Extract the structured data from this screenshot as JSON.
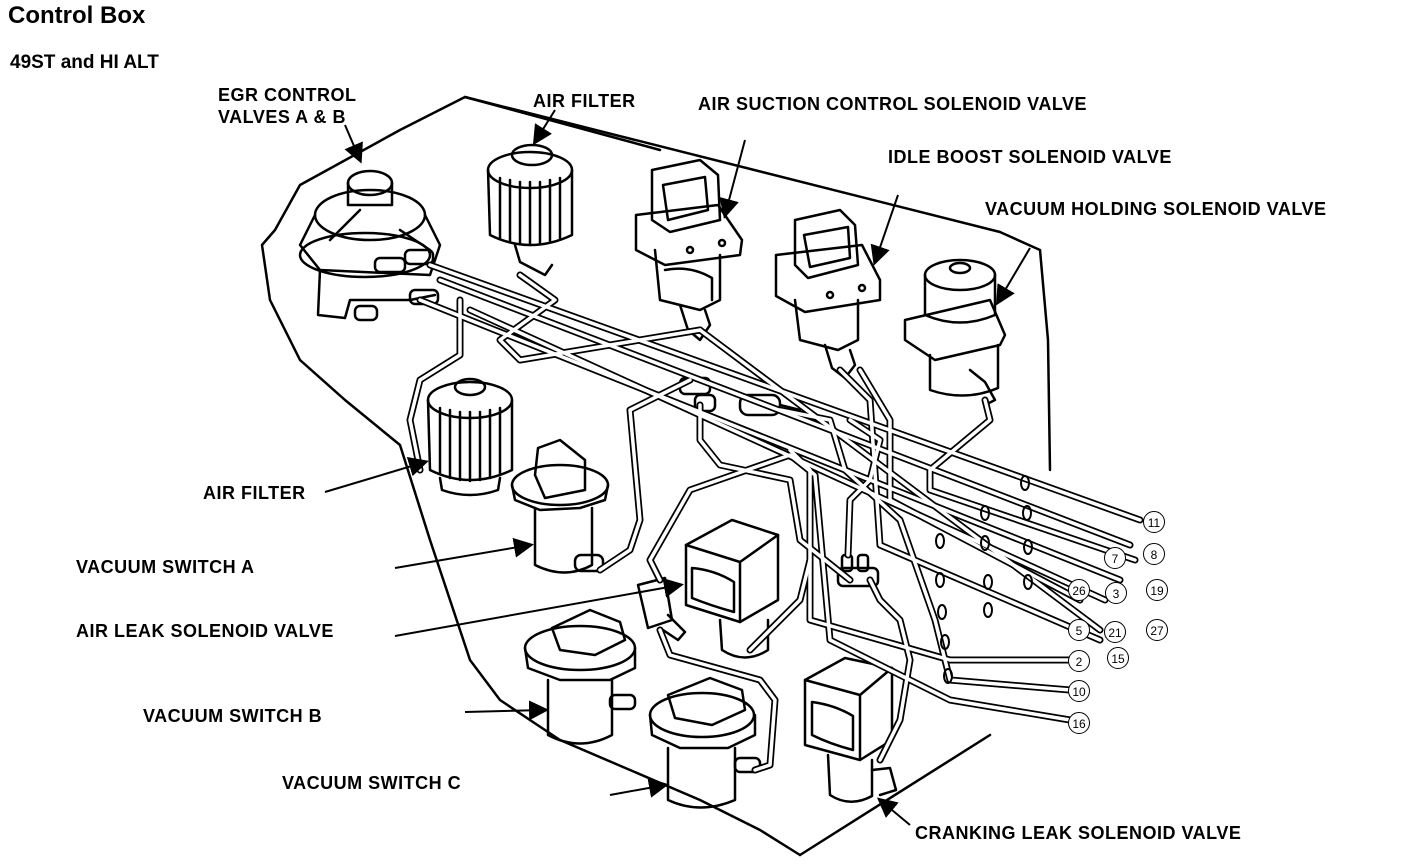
{
  "title": "Control Box",
  "subtitle": "49ST and HI ALT",
  "labels": {
    "egr_line1": "EGR CONTROL",
    "egr_line2": "VALVES A & B",
    "air_filter_top": "AIR FILTER",
    "air_suction": "AIR SUCTION CONTROL SOLENOID VALVE",
    "idle_boost": "IDLE BOOST SOLENOID VALVE",
    "vacuum_holding": "VACUUM HOLDING SOLENOID VALVE",
    "air_filter_left": "AIR FILTER",
    "vacuum_switch_a": "VACUUM SWITCH A",
    "air_leak": "AIR LEAK SOLENOID VALVE",
    "vacuum_switch_b": "VACUUM SWITCH B",
    "vacuum_switch_c": "VACUUM SWITCH C",
    "cranking_leak": "CRANKING LEAK SOLENOID VALVE"
  },
  "hose_numbers": {
    "n11": "11",
    "n8": "8",
    "n7": "7",
    "n19": "19",
    "n26": "26",
    "n3": "3",
    "n27": "27",
    "n21": "21",
    "n5": "5",
    "n15": "15",
    "n2": "2",
    "n10": "10",
    "n16": "16"
  }
}
